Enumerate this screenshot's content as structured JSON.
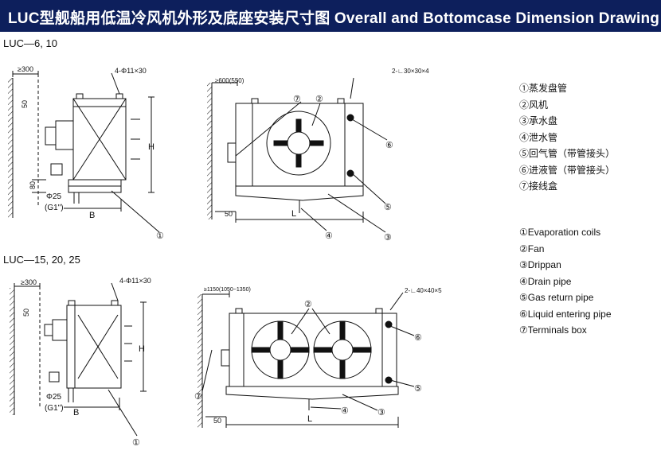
{
  "banner": {
    "title": "LUC型舰船用低温冷风机外形及底座安装尺寸图  Overall and Bottomcase Dimension Drawing",
    "color": "#0d1f5c"
  },
  "models": {
    "top": "LUC—6, 10",
    "bottom": "LUC—15, 20, 25"
  },
  "legend_cn": [
    "①蒸发盘管",
    "②风机",
    "③承水盘",
    "④泄水管",
    "⑤回气管（带管接头）",
    "⑥进液管（带管接头）",
    "⑦接线盒"
  ],
  "legend_en": [
    "①Evaporation coils",
    "②Fan",
    "③Drippan",
    "④Drain pipe",
    "⑤Gas return pipe",
    "⑥Liquid entering pipe",
    "⑦Terminals box"
  ],
  "dims": {
    "top_side": {
      "clear": "≥300",
      "holes": "4-Φ11×30",
      "h50": "50",
      "h80": "80",
      "phi": "Φ25",
      "g": "(G1\")",
      "b": "B",
      "h": "H",
      "c1": "①"
    },
    "top_front": {
      "clear": "≥600(550)",
      "bolts": "2-∟30×30×4",
      "c7": "⑦",
      "c2": "②",
      "c6": "⑥",
      "c5": "⑤",
      "c3": "③",
      "c4": "④",
      "d50": "50",
      "l": "L"
    },
    "bot_side": {
      "clear": "≥300",
      "holes": "4-Φ11×30",
      "h50": "50",
      "phi": "Φ25",
      "g": "(G1\")",
      "b": "B",
      "h": "H",
      "c1": "①"
    },
    "bot_front": {
      "clear": "≥1150(1050~1350)",
      "bolts": "2-∟40×40×5",
      "c2": "②",
      "c6": "⑥",
      "c7": "⑦",
      "c5": "⑤",
      "c4": "④",
      "c3": "③",
      "d50": "50",
      "l": "L"
    }
  }
}
